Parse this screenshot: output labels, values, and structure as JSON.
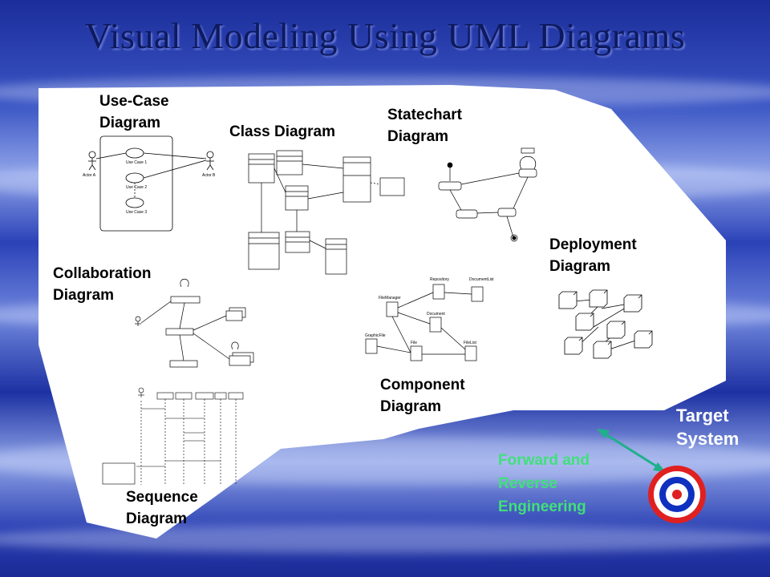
{
  "title": "Visual Modeling Using UML Diagrams",
  "diagram_labels": {
    "use_case": "Use-Case\nDiagram",
    "class": "Class Diagram",
    "statechart": "Statechart\nDiagram",
    "deployment": "Deployment\nDiagram",
    "collaboration": "Collaboration\nDiagram",
    "component": "Component\nDiagram",
    "sequence": "Sequence\nDiagram"
  },
  "target_system": "Target\nSystem",
  "forward_reverse": "Forward and\nReverse\nEngineering",
  "use_case_items": {
    "actor_a": "Actor A",
    "actor_b": "Actor B",
    "use_case_1": "Use Case 1",
    "use_case_2": "Use Case 2",
    "use_case_3": "Use Case 3"
  },
  "component_items": {
    "repository": "Repository",
    "document_list": "DocumentList",
    "file_manager": "FileManager",
    "document": "Document",
    "graphic_file": "GraphicFile",
    "file": "File",
    "file_list": "FileList"
  },
  "colors": {
    "panel": "#ffffff",
    "title": "#0d1a5e",
    "arrow": "#1fb08a",
    "engineering_text": "#3fe07a",
    "target_red": "#e02020",
    "target_blue": "#1030c0"
  }
}
